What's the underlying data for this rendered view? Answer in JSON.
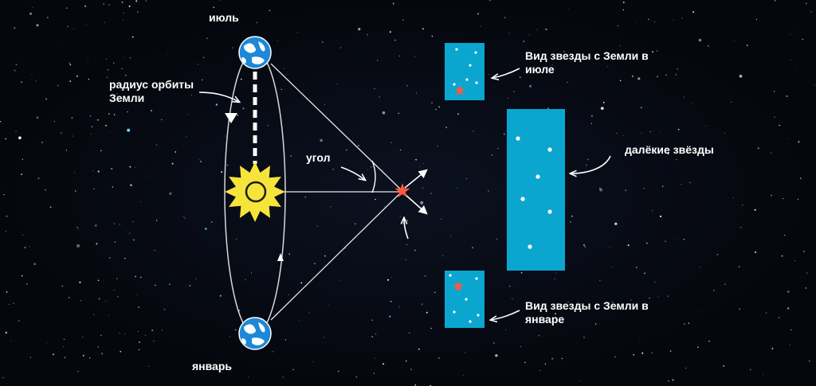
{
  "labels": {
    "july": "июль",
    "january": "январь",
    "orbit_radius": "радиус орбиты Земли",
    "angle": "угол",
    "view_july": "Вид звезды с Земли в июле",
    "view_january": "Вид звезды с Земли в январе",
    "distant_stars": "далёкие звёзды"
  },
  "colors": {
    "background": "#05070d",
    "panel": "#0aa6d0",
    "sun": "#f5e43a",
    "star_marker": "#ff5a3c",
    "earth_ocean": "#1b88d8",
    "line": "#e8e8e8"
  }
}
